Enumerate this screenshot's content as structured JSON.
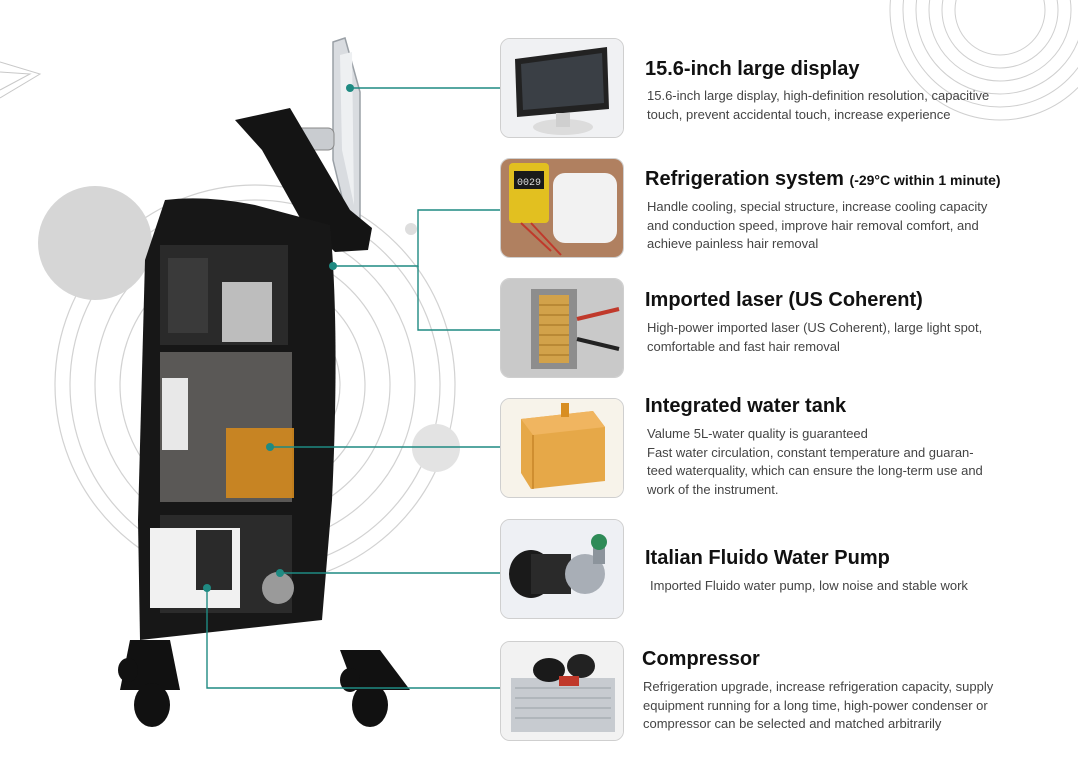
{
  "colors": {
    "connector": "#1f8a82",
    "text_title": "#111111",
    "text_desc": "#444444",
    "machine": "#151515"
  },
  "features": [
    {
      "title": "15.6-inch large display",
      "note": "",
      "image_icon": "touchscreen-display",
      "lines": [
        "15.6-inch large display, high-definition resolution, capacitive",
        "touch, prevent accidental touch, increase experience"
      ]
    },
    {
      "title": "Refrigeration system",
      "note": "(-29°C within 1 minute)",
      "image_icon": "multimeter-handle",
      "lines": [
        "Handle cooling, special structure, increase cooling capacity",
        "and conduction speed, improve hair removal comfort, and",
        "achieve painless hair removal"
      ]
    },
    {
      "title": "Imported laser (US Coherent)",
      "note": "",
      "image_icon": "laser-bar",
      "lines": [
        "High-power imported laser (US Coherent), large light spot,",
        "comfortable and fast hair removal"
      ]
    },
    {
      "title": "Integrated water tank",
      "note": "",
      "image_icon": "water-tank",
      "lines": [
        "Valume 5L-water quality is guaranteed",
        "Fast water circulation, constant temperature and guaran-",
        "teed waterquality, which can ensure the long-term use and",
        "work of the instrument."
      ]
    },
    {
      "title": "Italian Fluido Water Pump",
      "note": "",
      "image_icon": "water-pump",
      "lines": [
        "Imported Fluido water pump, low noise and stable work"
      ]
    },
    {
      "title": "Compressor",
      "note": "",
      "image_icon": "compressor",
      "lines": [
        "Refrigeration upgrade, increase refrigeration capacity, supply",
        "equipment running for a long time, high-power condenser or",
        "compressor can be selected and matched arbitrarily"
      ]
    }
  ]
}
